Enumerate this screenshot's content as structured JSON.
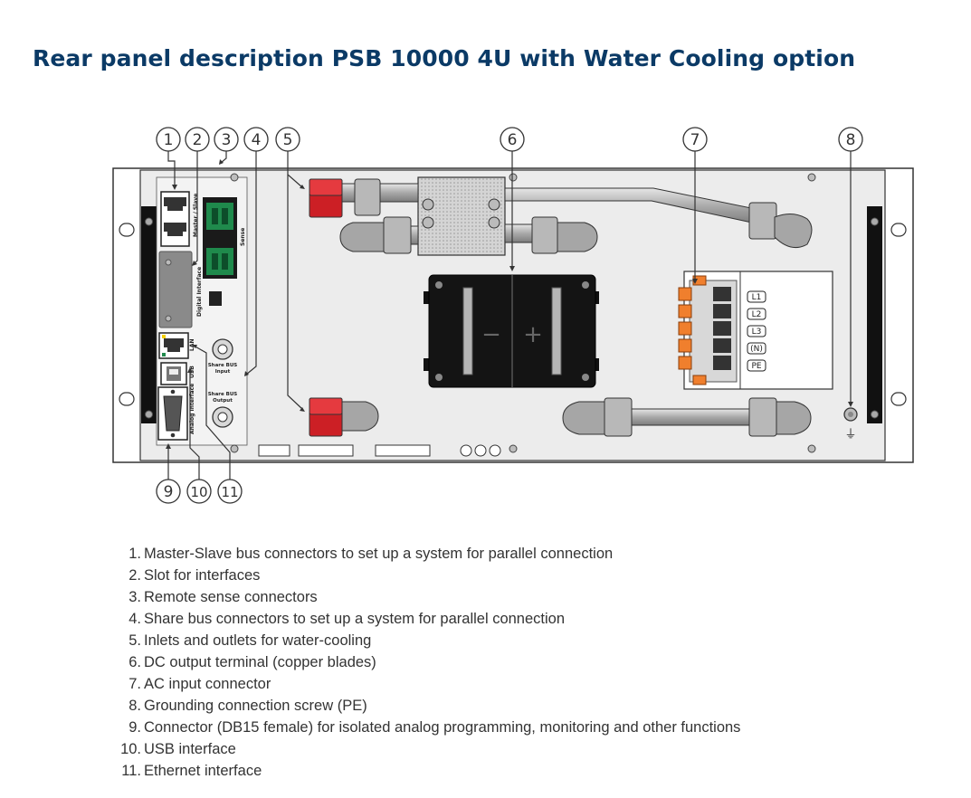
{
  "title": "Rear panel description PSB 10000 4U with Water Cooling option",
  "callouts": [
    "1",
    "2",
    "3",
    "4",
    "5",
    "6",
    "7",
    "8",
    "9",
    "10",
    "11"
  ],
  "panel_labels": {
    "master_slave": "Master / Slave",
    "sense": "Sense",
    "digital_interface": "Digital Interface",
    "lan": "LAN",
    "usb": "USB",
    "analog_interface": "Analog Interface",
    "share_bus_input": [
      "Share BUS",
      "Input"
    ],
    "share_bus_output": [
      "Share BUS",
      "Output"
    ],
    "dc_minus": "−",
    "dc_plus": "+",
    "ac_terminals": [
      "L1",
      "L2",
      "L3",
      "(N)",
      "PE"
    ],
    "ground_symbol": "⏚"
  },
  "legend": [
    {
      "num": "1.",
      "text": "Master-Slave bus connectors to set up a system for parallel connection"
    },
    {
      "num": "2.",
      "text": "Slot for interfaces"
    },
    {
      "num": "3.",
      "text": "Remote sense connectors"
    },
    {
      "num": "4.",
      "text": "Share bus connectors to set up a system for parallel connection"
    },
    {
      "num": "5.",
      "text": "Inlets and outlets for water-cooling"
    },
    {
      "num": "6.",
      "text": "DC output terminal (copper blades)"
    },
    {
      "num": "7.",
      "text": "AC input connector"
    },
    {
      "num": "8.",
      "text": "Grounding connection screw (PE)"
    },
    {
      "num": "9.",
      "text": "Connector (DB15 female) for isolated analog programming, monitoring and other functions"
    },
    {
      "num": "10.",
      "text": "USB interface"
    },
    {
      "num": "11.",
      "text": "Ethernet interface"
    }
  ],
  "colors": {
    "title": "#0b3a66",
    "panel": "#ebebeb",
    "red_fitting": "#cc1f25",
    "green_connector": "#1f8a4c",
    "orange_clamp": "#f07f2d"
  }
}
